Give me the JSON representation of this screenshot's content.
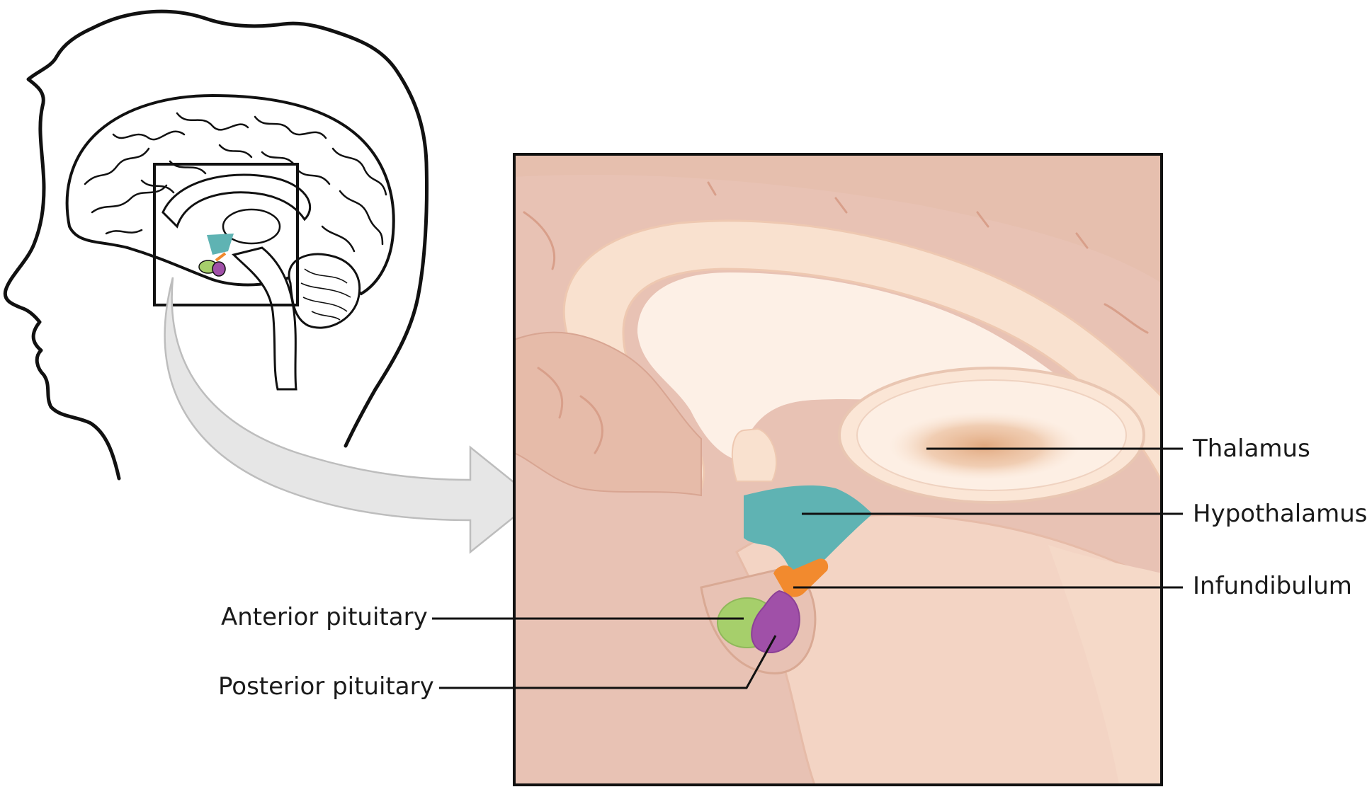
{
  "labels": {
    "thalamus": "Thalamus",
    "hypothalamus": "Hypothalamus",
    "infundibulum": "Infundibulum",
    "anterior_pituitary": "Anterior pituitary",
    "posterior_pituitary": "Posterior pituitary"
  },
  "colors": {
    "tissue_outer": "#e8c2b4",
    "tissue_mid": "#f3d4c4",
    "corpus_callosum": "#f9e1cf",
    "ventricle": "#fdf0e6",
    "thalamus_glow": "#e0a57a",
    "hypothalamus": "#5fb3b3",
    "infundibulum": "#f28a2e",
    "anterior_pituitary": "#a6cf6b",
    "posterior_pituitary": "#a050a8",
    "arrow_fill": "#e6e6e6",
    "arrow_stroke": "#bdbdbd",
    "line": "#111111"
  }
}
